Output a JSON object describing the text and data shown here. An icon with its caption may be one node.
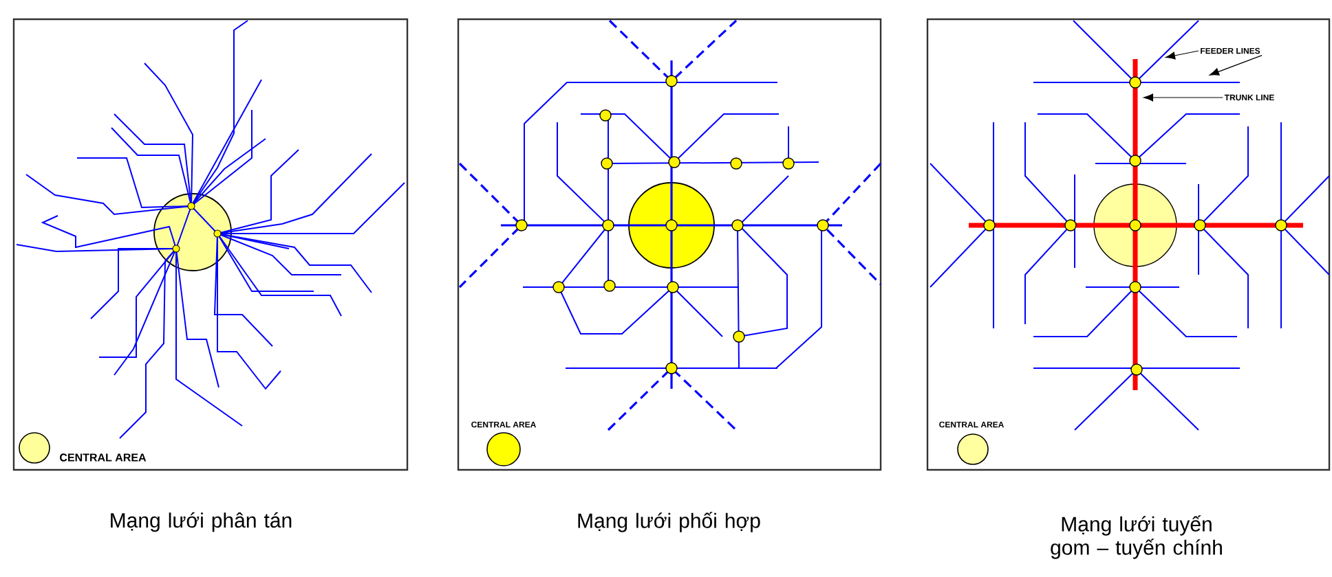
{
  "diagram": {
    "nodes": [
      {
        "text": [
          "FEEDER LINES"
        ]
      },
      {
        "text": [
          "TRUNK LINE"
        ]
      }
    ],
    "edges": [
      {
        "from": 0,
        "to": null,
        "arrow": "to"
      },
      {
        "from": 0,
        "to": null,
        "arrow": "to"
      },
      {
        "from": 1,
        "to": null,
        "arrow": "to"
      }
    ],
    "labels": [
      "Mạng lưới phân tán",
      "Mạng lưới phối hợp",
      "Mạng lưới tuyến gom – tuyến chính"
    ],
    "legend": [
      {
        "text": "CENTRAL AREA",
        "color": "#ffff99"
      },
      {
        "text": "CENTRAL AREA",
        "color": "#ffff00"
      },
      {
        "text": "CENTRAL AREA",
        "color": "#ffffa0"
      }
    ]
  }
}
